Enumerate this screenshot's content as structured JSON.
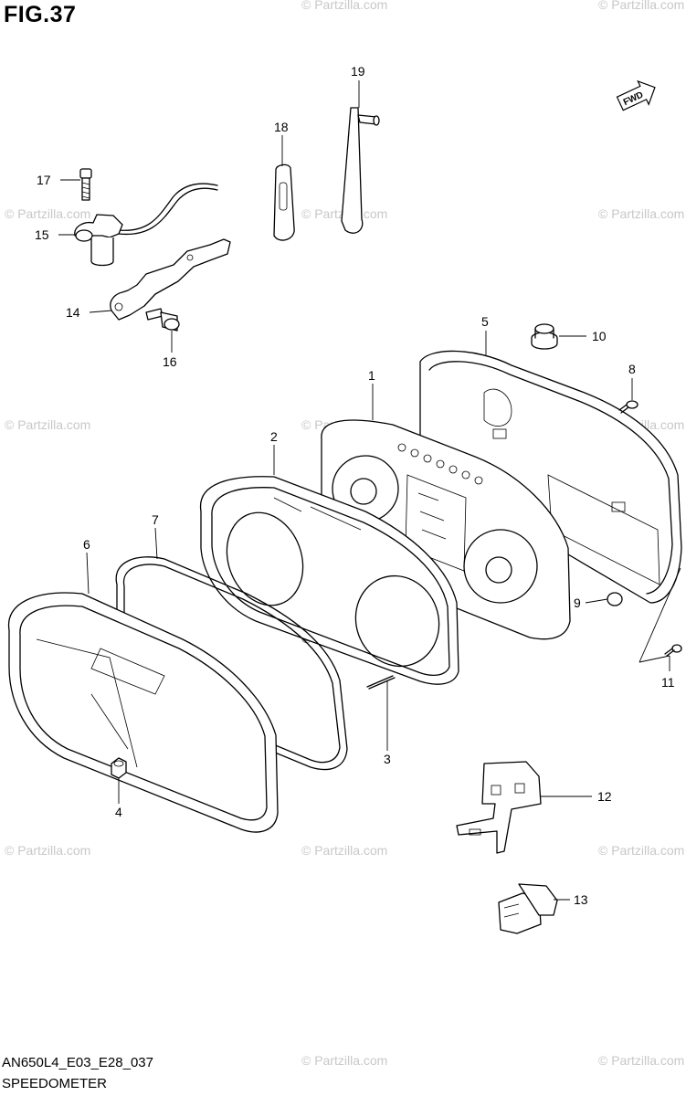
{
  "figure": {
    "title": "FIG.37",
    "code": "AN650L4_E03_E28_037",
    "name": "SPEEDOMETER"
  },
  "watermark": {
    "text": "© Partzilla.com",
    "center_text": "© Partzilla.com"
  },
  "fwd_arrow": {
    "label": "FWD"
  },
  "callouts": {
    "c1": "1",
    "c2": "2",
    "c3": "3",
    "c4": "4",
    "c5": "5",
    "c6": "6",
    "c7": "7",
    "c8": "8",
    "c9": "9",
    "c10": "10",
    "c11": "11",
    "c12": "12",
    "c13": "13",
    "c14": "14",
    "c15": "15",
    "c16": "16",
    "c17": "17",
    "c18": "18",
    "c19": "19"
  }
}
